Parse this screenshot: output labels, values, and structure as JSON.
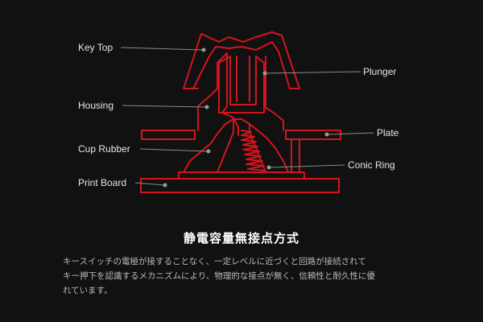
{
  "labels": {
    "key_top": "Key Top",
    "housing": "Housing",
    "cup_rubber": "Cup Rubber",
    "print_board": "Print Board",
    "plunger": "Plunger",
    "plate": "Plate",
    "conic_ring": "Conic Ring"
  },
  "title": "静電容量無接点方式",
  "description": {
    "line1": "キースイッチの電極が接することなく、一定レベルに近づくと回路が接続されて",
    "line2": "キー押下を認識するメカニズムにより、物理的な接点が無く、信頼性と耐久性に優",
    "line3": "れています。"
  },
  "colors": {
    "background": "#111112",
    "outline": "#d4141c",
    "leader": "#8a8a8a",
    "label_text": "#e6e6e6"
  }
}
